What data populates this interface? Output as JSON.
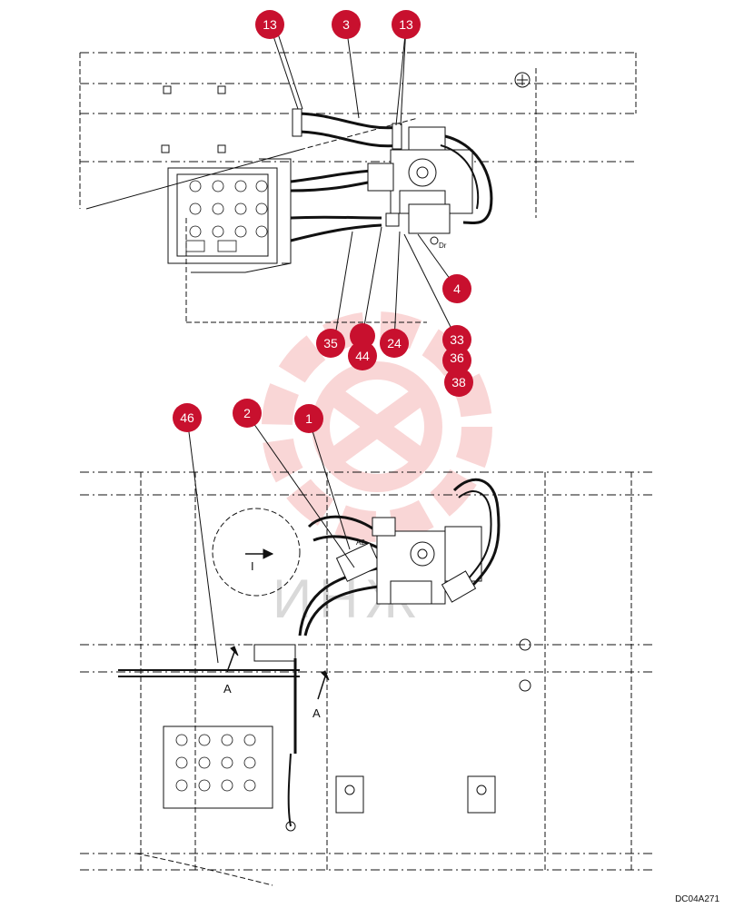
{
  "diagram": {
    "reference_code": "DC04A271",
    "colors": {
      "callout_fill": "#c8102e",
      "callout_text": "#ffffff",
      "line": "#111111",
      "watermark": "#f5b5b5"
    },
    "labels": {
      "port_dr": "Dr",
      "port_a2": "A2",
      "section_a_left": "A",
      "section_a_right": "A",
      "view_marker": "I"
    },
    "watermark_text": "ИНЖ",
    "callouts": [
      {
        "id": "c13a",
        "label": "13"
      },
      {
        "id": "c3",
        "label": "3"
      },
      {
        "id": "c13b",
        "label": "13"
      },
      {
        "id": "c4",
        "label": "4"
      },
      {
        "id": "c35",
        "label": "35"
      },
      {
        "id": "c44",
        "label": "44"
      },
      {
        "id": "c24",
        "label": "24"
      },
      {
        "id": "c33",
        "label": "33"
      },
      {
        "id": "c36",
        "label": "36"
      },
      {
        "id": "c38",
        "label": "38"
      },
      {
        "id": "c46",
        "label": "46"
      },
      {
        "id": "c2",
        "label": "2"
      },
      {
        "id": "c1",
        "label": "1"
      }
    ]
  }
}
